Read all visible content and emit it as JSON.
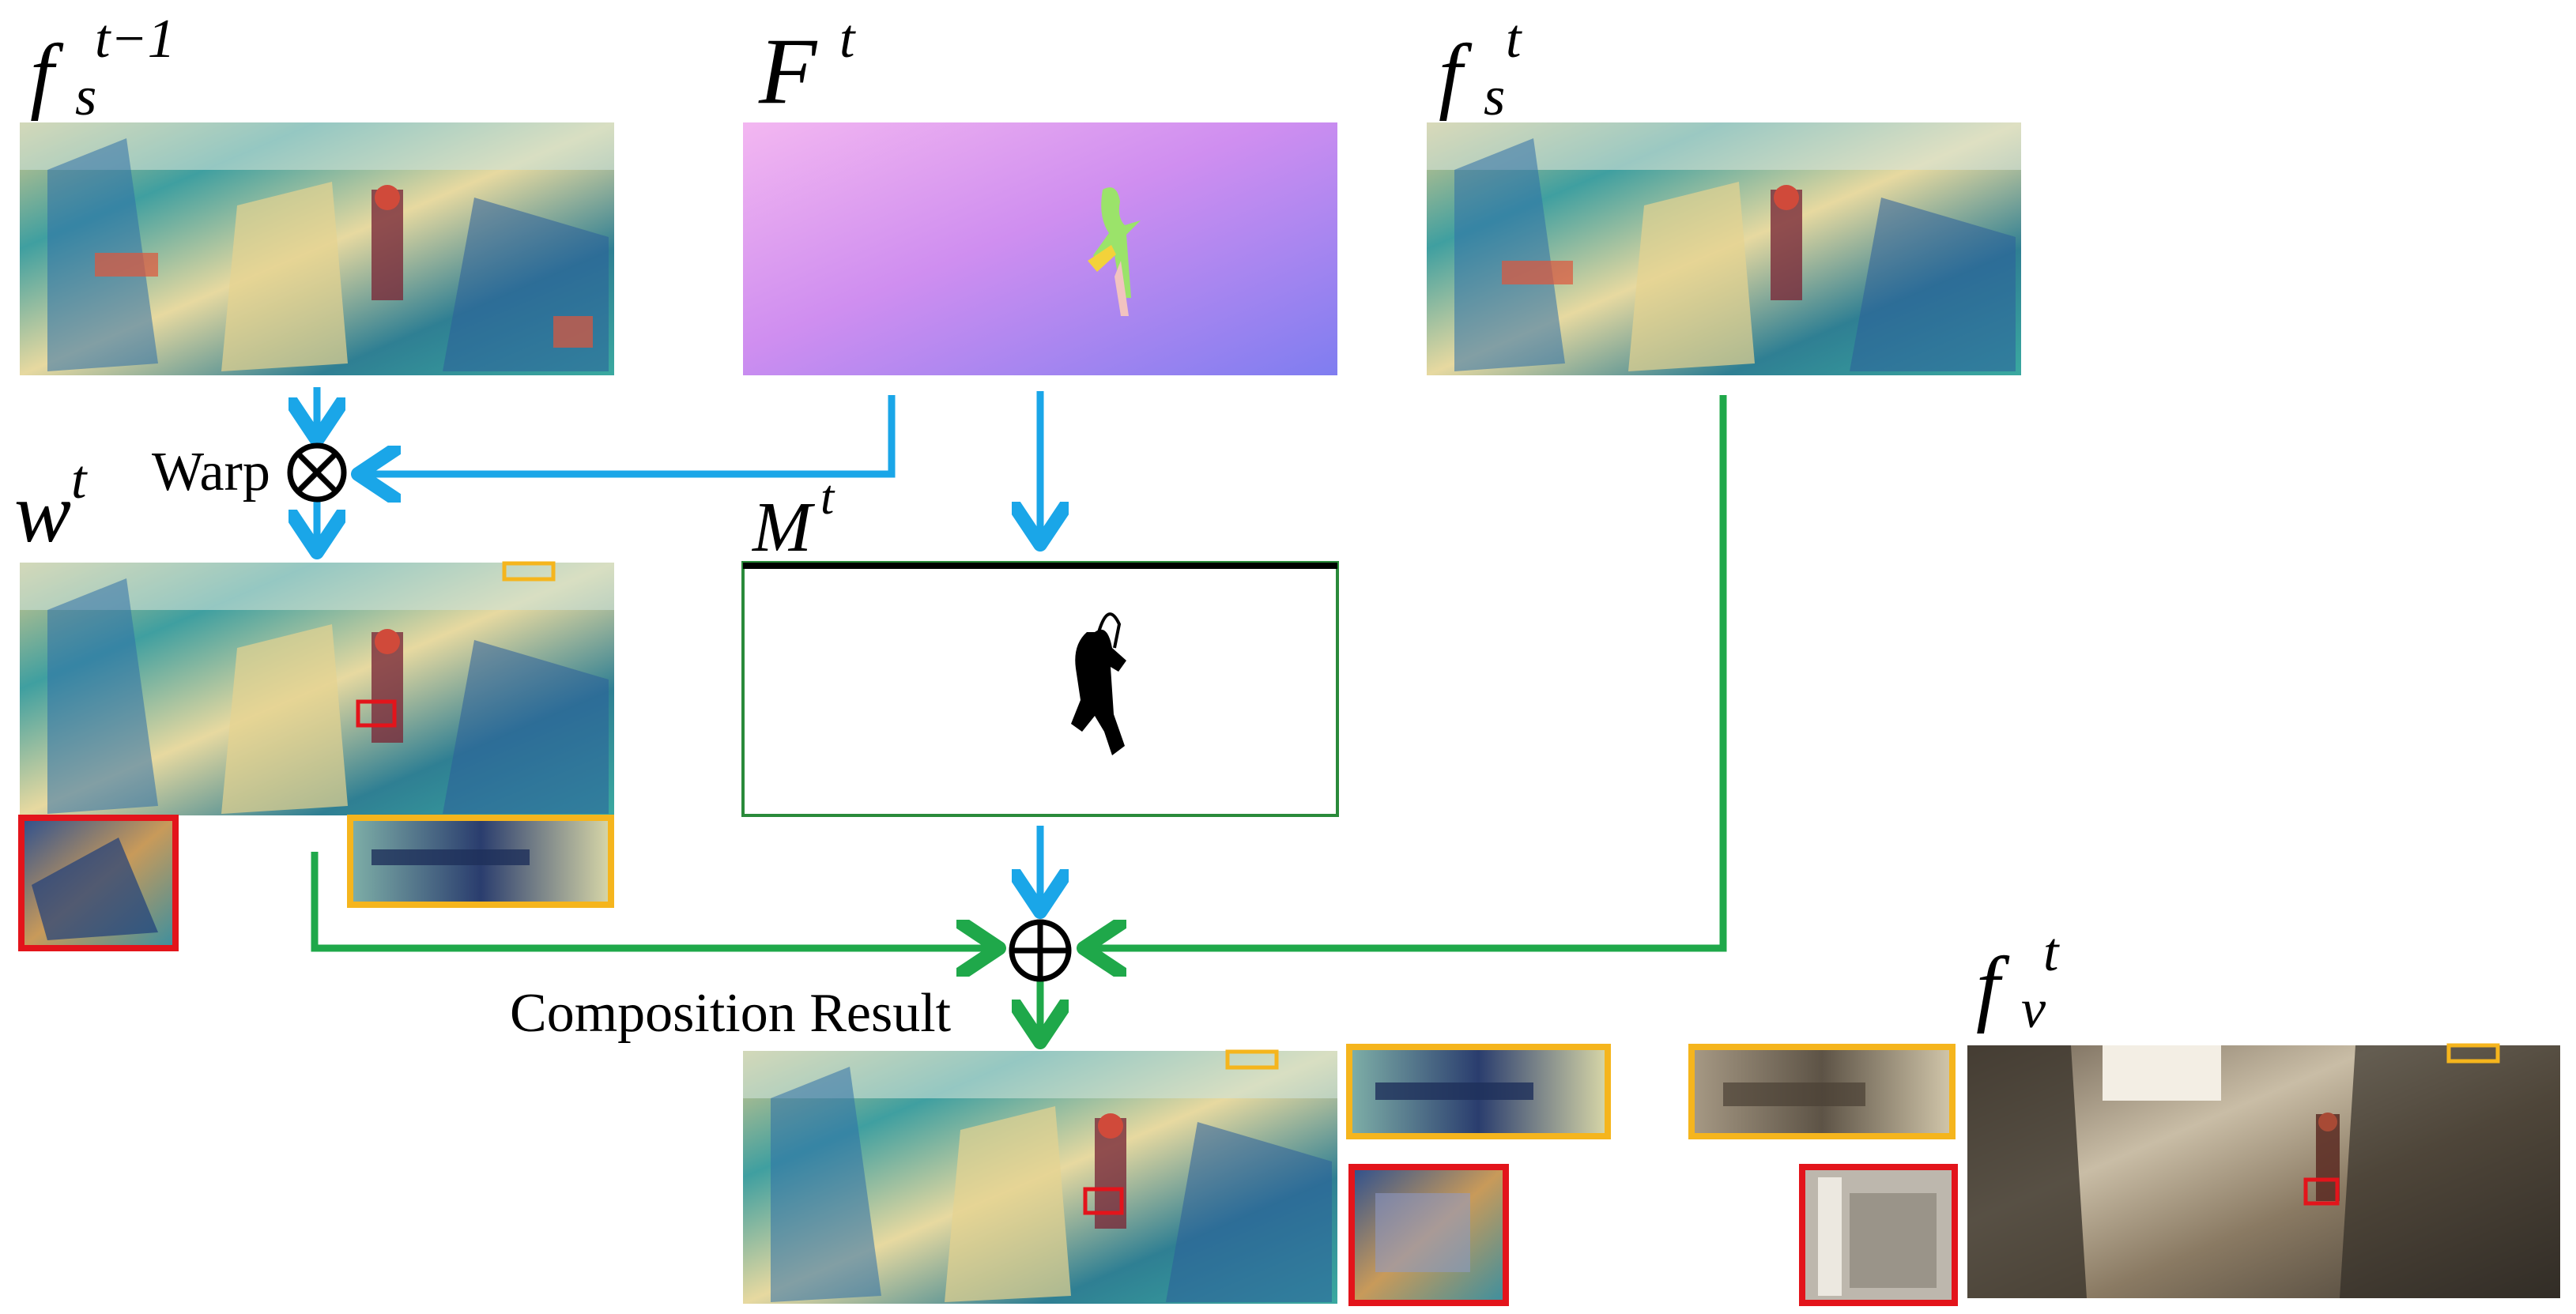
{
  "labels": {
    "fs_prev_base": "f",
    "fs_prev_sub": "s",
    "fs_prev_sup": "t−1",
    "flow_base": "F",
    "flow_sup": "t",
    "fs_cur_base": "f",
    "fs_cur_sub": "s",
    "fs_cur_sup": "t",
    "warped_base": "w",
    "warped_sup": "t",
    "mask_base": "M",
    "mask_sup": "t",
    "fv_base": "f",
    "fv_sub": "v",
    "fv_sup": "t",
    "warp_text": "Warp",
    "composition_text": "Composition Result"
  },
  "colors": {
    "blue_arrow": "#1aa6e8",
    "green_arrow": "#1fa84a",
    "zoom_red": "#e3141b",
    "zoom_yellow": "#f5b51d",
    "mask_border": "#2a8a3a"
  },
  "symbols": {
    "warp_op": "circled-times-icon",
    "compose_op": "circled-plus-icon"
  }
}
